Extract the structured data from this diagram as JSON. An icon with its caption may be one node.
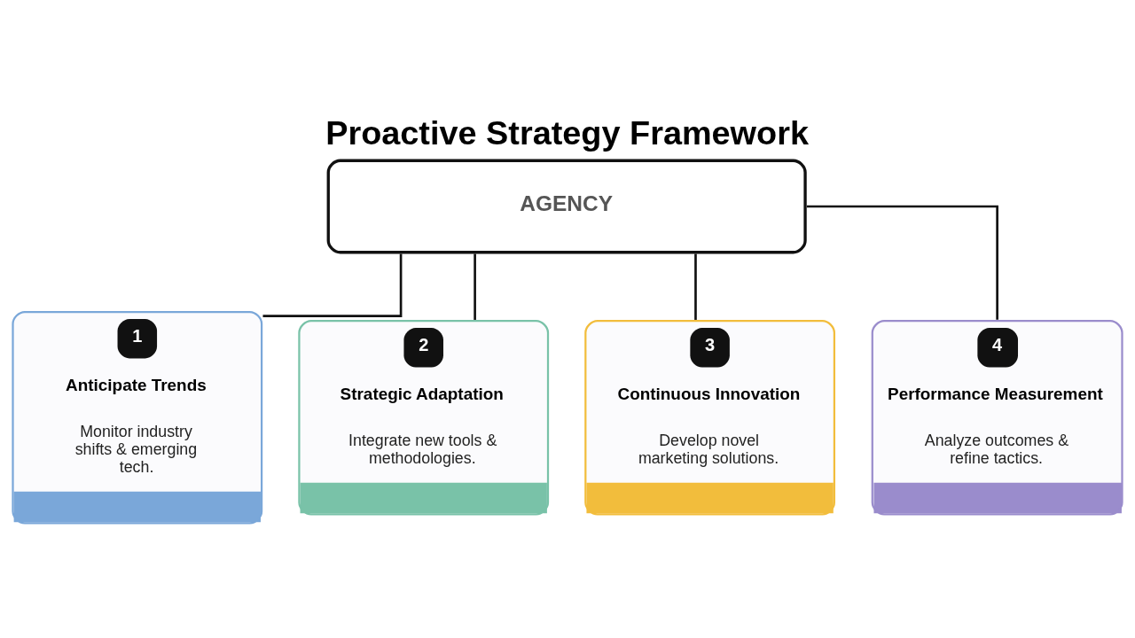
{
  "diagram": {
    "title": "Proactive Strategy Framework",
    "nodes": [
      {
        "text": [
          "AGENCY"
        ]
      },
      {
        "text": [
          "1",
          "Anticipate Trends",
          "Monitor industry shifts & emerging tech."
        ]
      },
      {
        "text": [
          "2",
          "Strategic Adaptation",
          "Integrate new tools & methodologies."
        ]
      },
      {
        "text": [
          "3",
          "Continuous Innovation",
          "Develop novel marketing solutions."
        ]
      },
      {
        "text": [
          "4",
          "Performance Measurement",
          "Analyze outcomes & refine tactics."
        ]
      }
    ],
    "edges": [
      {
        "from": 0,
        "to": 1,
        "arrow": "none"
      },
      {
        "from": 0,
        "to": 2,
        "arrow": "none"
      },
      {
        "from": 0,
        "to": 3,
        "arrow": "none"
      },
      {
        "from": 0,
        "to": 4,
        "arrow": "none"
      }
    ]
  }
}
